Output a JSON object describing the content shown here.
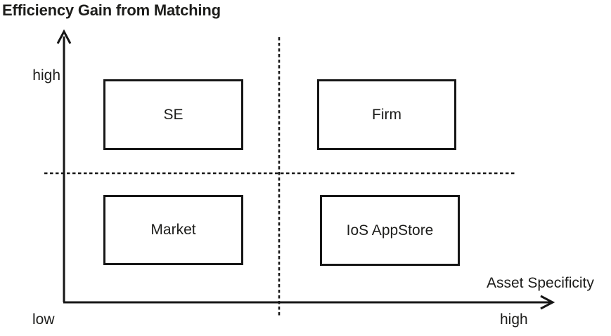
{
  "figure": {
    "title": "Efficiency Gain from Matching",
    "y_axis": {
      "max_label": "high"
    },
    "x_axis": {
      "label": "Asset Specificity",
      "max_label": "high"
    },
    "origin_label": "low",
    "quadrants": {
      "top_left": {
        "label": "SE"
      },
      "top_right": {
        "label": "Firm"
      },
      "bottom_left": {
        "label": "Market"
      },
      "bottom_right": {
        "label": "IoS AppStore"
      }
    },
    "colors": {
      "ink": "#1d1d1b",
      "background": "#ffffff"
    }
  }
}
